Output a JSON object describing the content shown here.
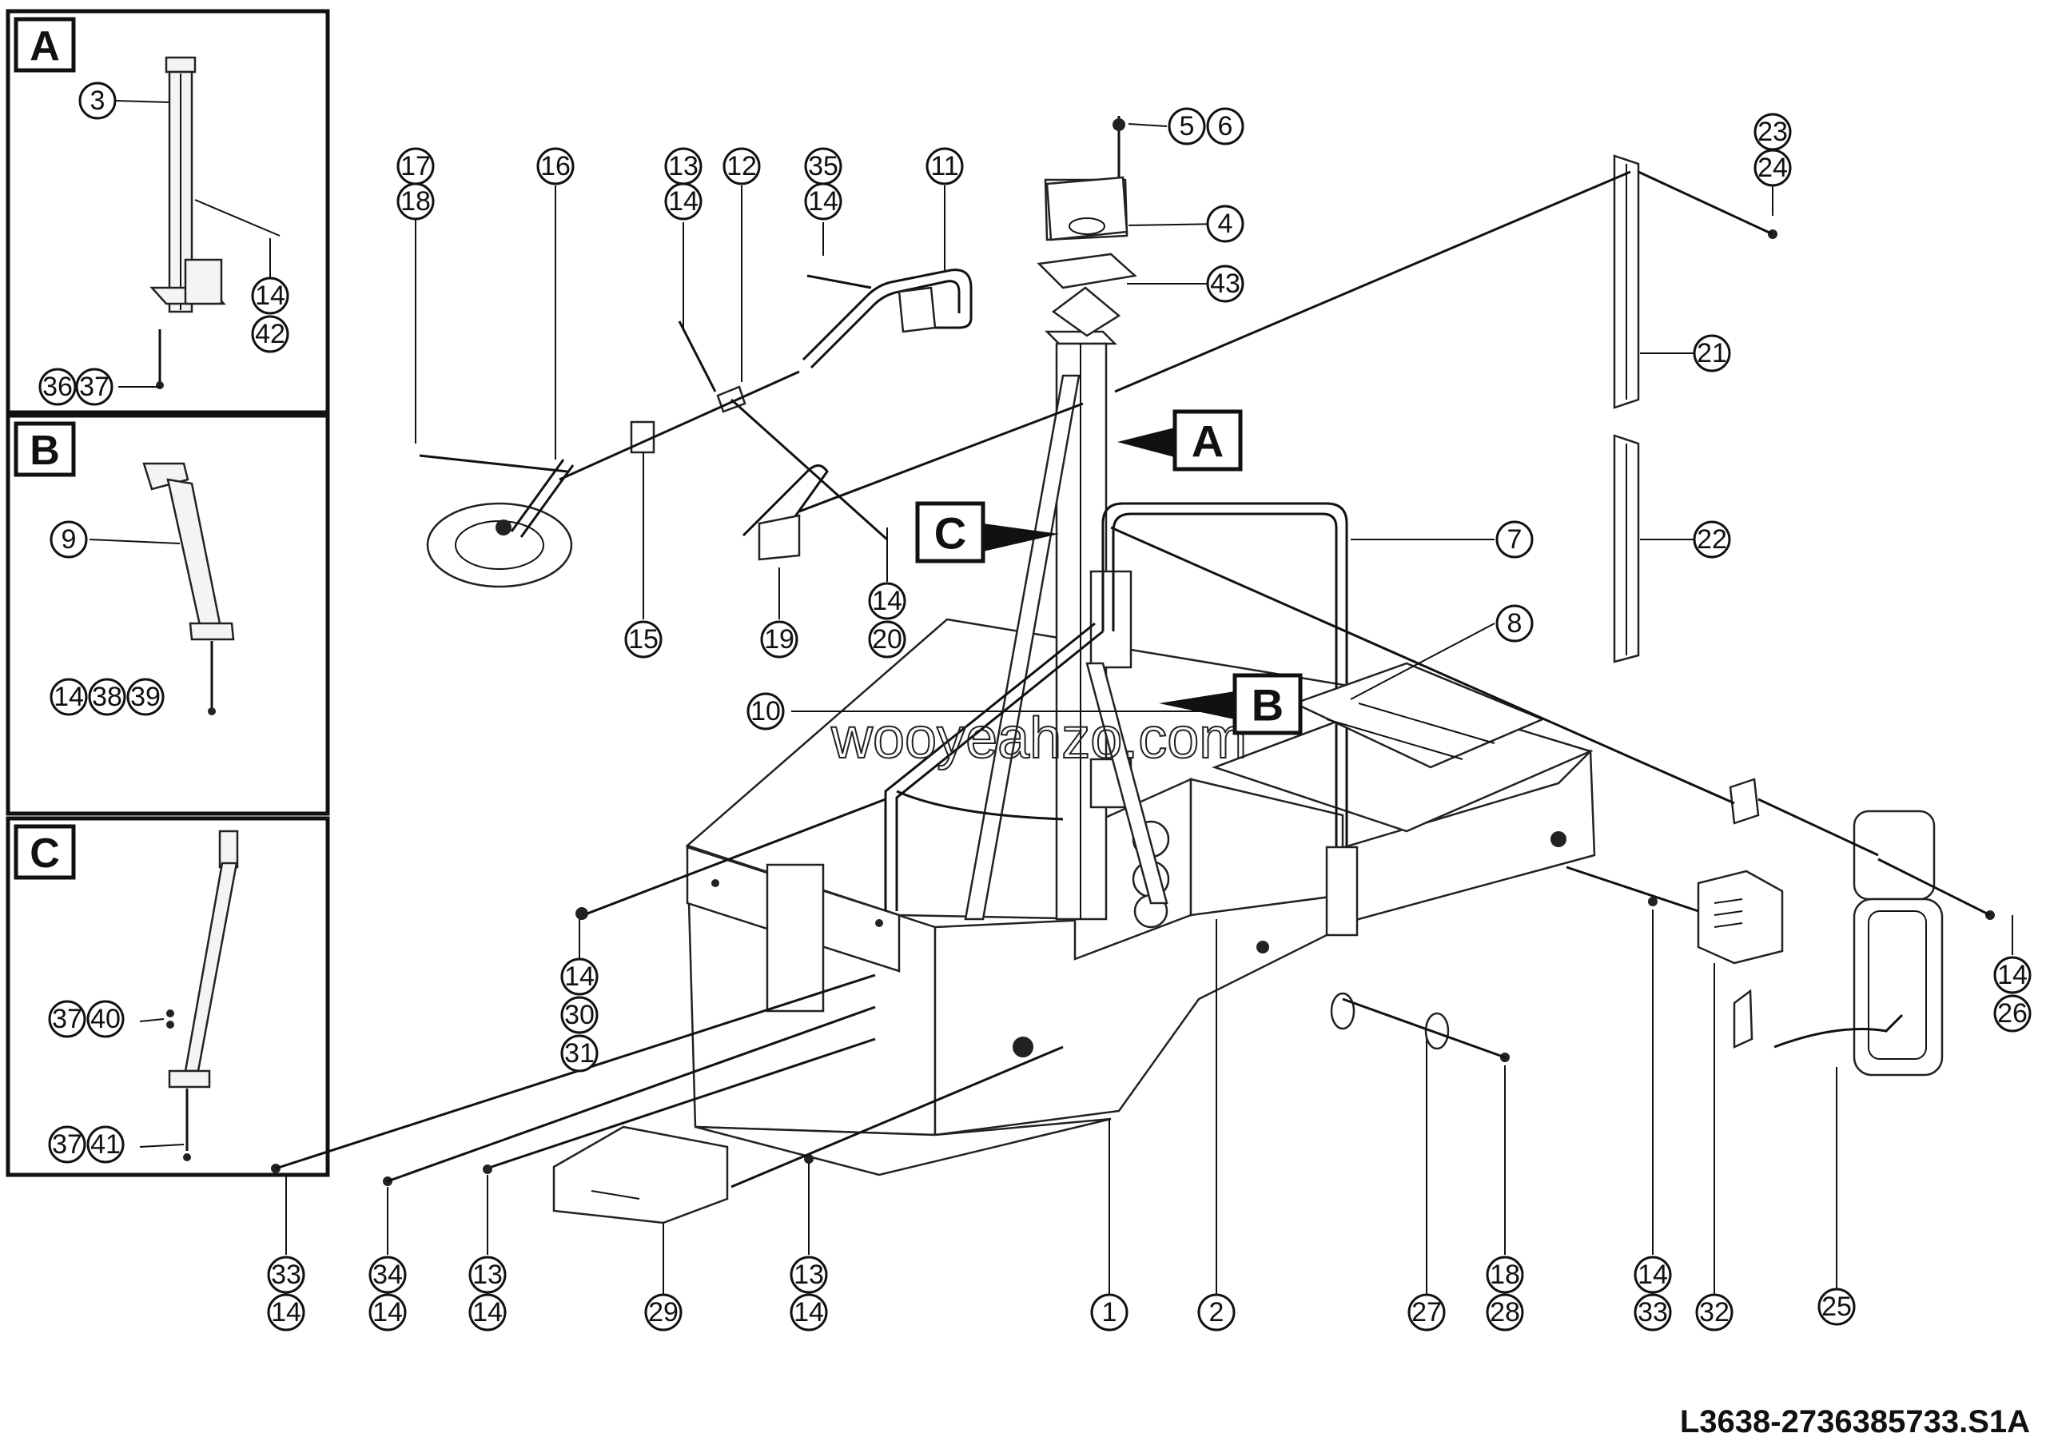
{
  "panel_labels": [
    "A",
    "B",
    "C"
  ],
  "pointer_labels": [
    "A",
    "B",
    "C"
  ],
  "callouts": [
    "1",
    "2",
    "3",
    "4",
    "5",
    "6",
    "7",
    "8",
    "9",
    "10",
    "11",
    "12",
    "13",
    "14",
    "15",
    "16",
    "17",
    "18",
    "19",
    "20",
    "21",
    "22",
    "23",
    "24",
    "25",
    "26",
    "27",
    "28",
    "29",
    "30",
    "31",
    "32",
    "33",
    "34",
    "35",
    "36",
    "37",
    "38",
    "39",
    "40",
    "41",
    "42",
    "43"
  ],
  "watermark": "wooyeahzo.com",
  "reference_code": "L3638-2736385733.S1A"
}
